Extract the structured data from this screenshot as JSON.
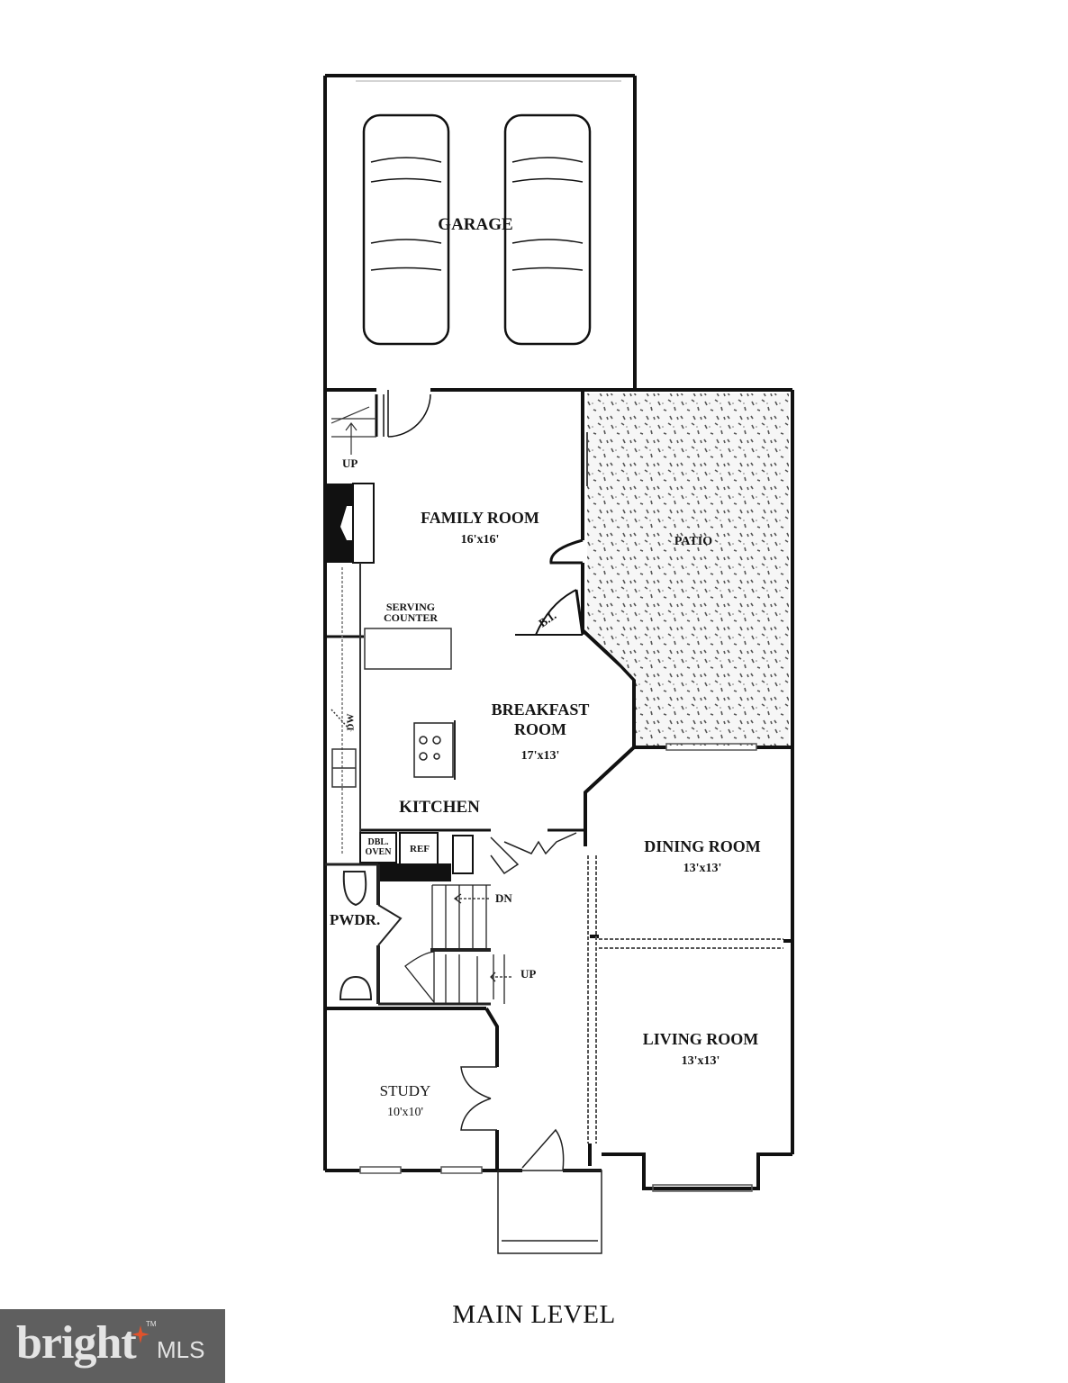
{
  "floor_plan": {
    "title": "MAIN LEVEL",
    "rooms": {
      "garage": {
        "name": "GARAGE"
      },
      "family_room": {
        "name": "FAMILY ROOM",
        "size": "16'x16'"
      },
      "patio": {
        "name": "PATIO"
      },
      "breakfast_room": {
        "name_line1": "BREAKFAST",
        "name_line2": "ROOM",
        "size": "17'x13'"
      },
      "kitchen": {
        "name": "KITCHEN"
      },
      "dining_room": {
        "name": "DINING ROOM",
        "size": "13'x13'"
      },
      "living_room": {
        "name": "LIVING ROOM",
        "size": "13'x13'"
      },
      "study": {
        "name": "STUDY",
        "size": "10'x10'"
      },
      "powder_room": {
        "name": "PWDR."
      }
    },
    "annotations": {
      "serving_counter_line1": "SERVING",
      "serving_counter_line2": "COUNTER",
      "built_in": "B.I.",
      "dishwasher": "DW",
      "double_oven_line1": "DBL.",
      "double_oven_line2": "OVEN",
      "refrigerator": "REF",
      "stairs_up_garage": "UP",
      "stairs_down": "DN",
      "stairs_up_main": "UP"
    }
  },
  "branding": {
    "logo_word": "bright",
    "logo_suffix": "MLS",
    "trademark": "TM",
    "logo_bg": "#5f5f5f",
    "logo_text_color": "#e4e4e4",
    "logo_accent": "#e0522b"
  }
}
